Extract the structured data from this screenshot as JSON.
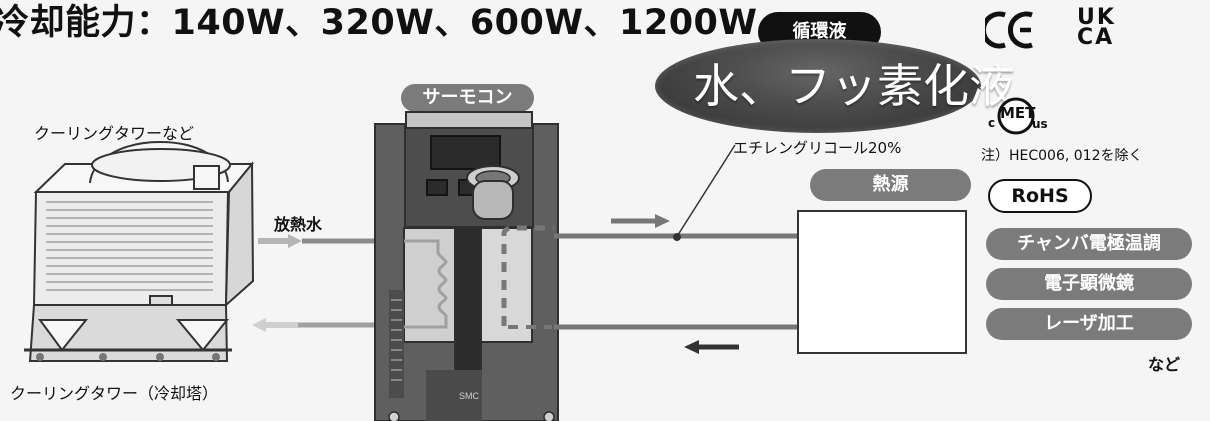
{
  "title": "冷却能力：140W、320W、600W、1200W",
  "labels": {
    "cooling_tower_top": "クーリングタワーなど",
    "cooling_tower_bottom": "クーリングタワー（冷却塔）",
    "radiated_water": "放熱水",
    "chiller_name": "サーモコン",
    "circulating_fluid": "循環液",
    "fluid_types": "水、フッ素化液",
    "glycol": "エチレングリコール20%",
    "heat_source": "熱源",
    "note_exclusion": "注）HEC006, 012を除く",
    "rohs": "RoHS",
    "applications": [
      "チャンバ電極温調",
      "電子顕微鏡",
      "レーザ加工"
    ],
    "applications_suffix": "など",
    "brand_mark": "SMC",
    "cert_ce": "C E",
    "cert_ukca_top": "UK",
    "cert_ukca_bottom": "CA",
    "cert_met": "MET",
    "cert_met_c": "c",
    "cert_met_us": "us"
  },
  "colors": {
    "dark": "#111111",
    "pill_gray": "#7b7b7b",
    "body_gray": "#5f5f5f",
    "light_gray": "#d8d8d8",
    "bg": "#f5f5f5"
  },
  "icons": {
    "ce": "ce-mark",
    "ukca": "ukca-mark",
    "met": "met-mark"
  }
}
